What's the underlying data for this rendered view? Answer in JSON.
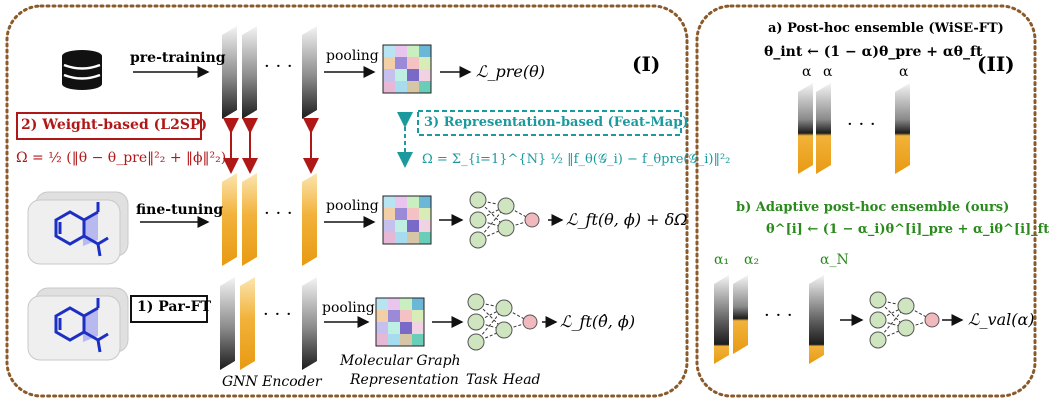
{
  "panels": {
    "left": {
      "tag": "(I)"
    },
    "right": {
      "tag": "(II)"
    }
  },
  "left": {
    "pretrain_label": "pre-training",
    "finetune_label": "fine-tuning",
    "parft_label": "1) Par-FT",
    "pooling_label": "pooling",
    "dots": "· · ·",
    "loss_pre": "ℒ_pre(θ)",
    "loss_ft": "ℒ_ft(θ, ϕ) + δΩ",
    "loss_ft_hat": "ℒ_ft(θ̂, ϕ)",
    "weight_based_label": "2) Weight-based (L2SP)",
    "weight_formula": "Ω = ½ (‖θ − θ_pre‖²₂ + ‖ϕ‖²₂)",
    "repr_based_label": "3) Representation-based (Feat-Map)",
    "repr_formula": "Ω = Σ_{i=1}^{N} ½ ‖f_θ(𝒢_i) − f_θpre(𝒢_i)‖²₂",
    "gnn_encoder_label": "GNN Encoder",
    "mol_graph_repr_label_1": "Molecular Graph",
    "mol_graph_repr_label_2": "Representation",
    "task_head_label": "Task Head"
  },
  "right": {
    "title_a": "a) Post-hoc ensemble (WiSE-FT)",
    "formula_a": "θ_int ← (1 − α)θ_pre + αθ_ft",
    "alpha": "α",
    "dots": "· · ·",
    "title_b": "b) Adaptive post-hoc ensemble (ours)",
    "formula_b": "θ^[i] ← (1 − α_i)θ^[i]_pre + α_iθ^[i]_ft",
    "alpha_1": "α₁",
    "alpha_2": "α₂",
    "alpha_n": "α_N",
    "loss_val": "ℒ_val(α)"
  },
  "colors": {
    "border": "#8a5a2b",
    "red": "#b01818",
    "teal": "#1a9a9e",
    "green": "#2b8a1e",
    "gold": "#f0a21c",
    "node_green": "#cfe5c0",
    "node_pink": "#f1b8bd"
  }
}
